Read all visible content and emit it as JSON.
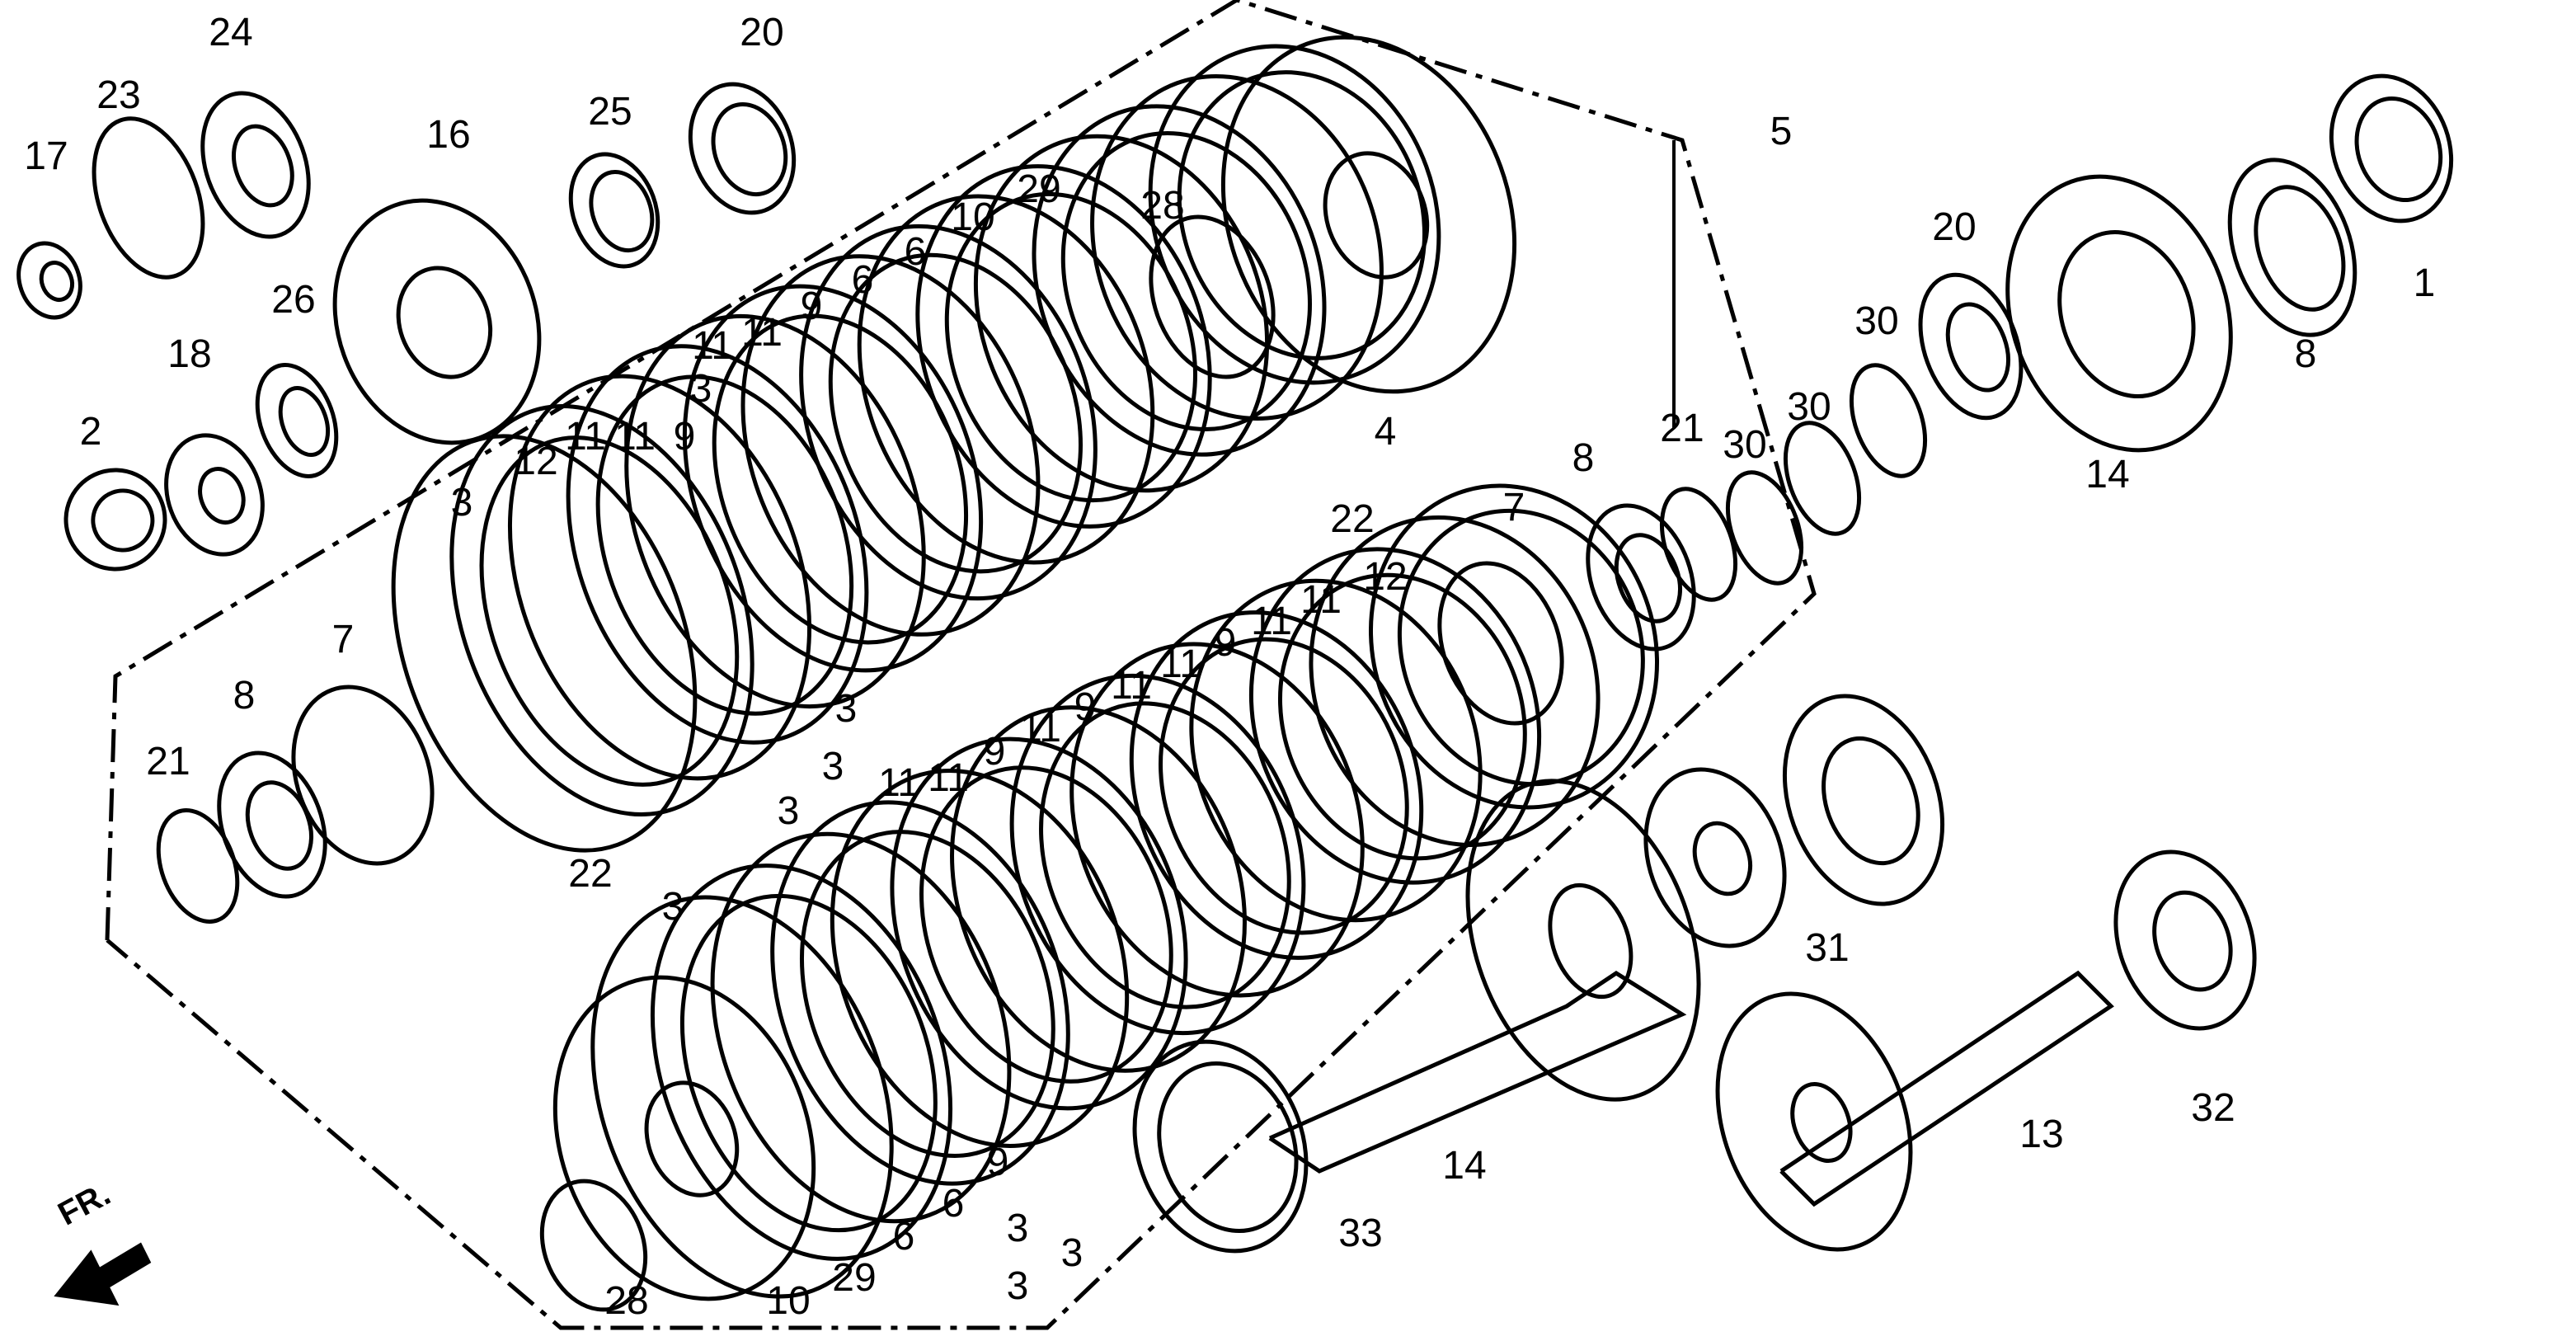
{
  "diagram": {
    "direction_label": "FR.",
    "callouts": [
      "17",
      "23",
      "24",
      "20",
      "25",
      "16",
      "26",
      "18",
      "2",
      "5",
      "1",
      "8",
      "14",
      "20",
      "30",
      "30",
      "30",
      "21",
      "8",
      "7",
      "4",
      "28",
      "29",
      "10",
      "6",
      "6",
      "9",
      "11",
      "11",
      "3",
      "9",
      "11",
      "11",
      "12",
      "3",
      "22",
      "12",
      "11",
      "11",
      "9",
      "11",
      "11",
      "9",
      "11",
      "9",
      "11",
      "11",
      "3",
      "3",
      "3",
      "3",
      "22",
      "21",
      "8",
      "7",
      "31",
      "32",
      "13",
      "14",
      "33",
      "28",
      "10",
      "29",
      "6",
      "6",
      "9",
      "3",
      "3",
      "3"
    ]
  }
}
